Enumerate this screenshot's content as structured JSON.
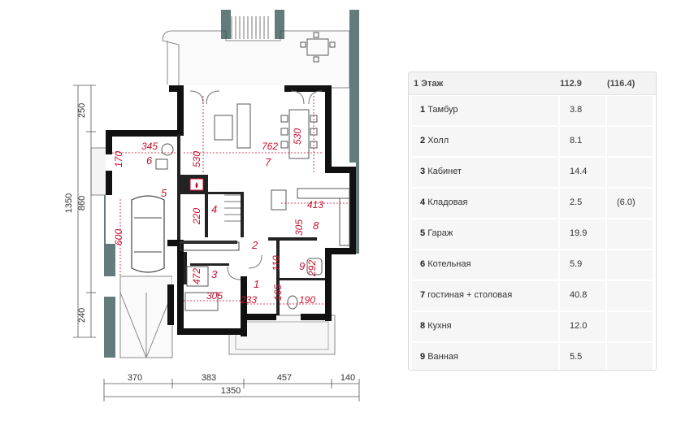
{
  "dimensions": {
    "left_top": "250",
    "left_total": "1350",
    "left_mid": "860",
    "left_bottom": "240",
    "bottom_segments": [
      "370",
      "383",
      "457",
      "140"
    ],
    "bottom_total": "1350"
  },
  "rooms": [
    {
      "num": "1",
      "dims": [
        "233",
        "165"
      ]
    },
    {
      "num": "2",
      "dims": []
    },
    {
      "num": "3",
      "dims": [
        "305",
        "472"
      ]
    },
    {
      "num": "4",
      "dims": [
        "220"
      ]
    },
    {
      "num": "5",
      "dims": [
        "600"
      ]
    },
    {
      "num": "6",
      "dims": [
        "345",
        "170"
      ]
    },
    {
      "num": "7",
      "dims": [
        "762",
        "530",
        "530"
      ]
    },
    {
      "num": "8",
      "dims": [
        "413",
        "305"
      ]
    },
    {
      "num": "9",
      "dims": [
        "190",
        "292",
        "110"
      ]
    }
  ],
  "table": {
    "header": {
      "label": "1 Этаж",
      "area": "112.9",
      "alt": "(116.4)"
    },
    "rows": [
      {
        "num": "1",
        "name": "Тамбур",
        "area": "3.8",
        "alt": ""
      },
      {
        "num": "2",
        "name": "Холл",
        "area": "8.1",
        "alt": ""
      },
      {
        "num": "3",
        "name": "Кабинет",
        "area": "14.4",
        "alt": ""
      },
      {
        "num": "4",
        "name": "Кладовая",
        "area": "2.5",
        "alt": "(6.0)"
      },
      {
        "num": "5",
        "name": "Гараж",
        "area": "19.9",
        "alt": ""
      },
      {
        "num": "6",
        "name": "Котельная",
        "area": "5.9",
        "alt": ""
      },
      {
        "num": "7",
        "name": "гостиная + столовая",
        "area": "40.8",
        "alt": ""
      },
      {
        "num": "8",
        "name": "Кухня",
        "area": "12.0",
        "alt": ""
      },
      {
        "num": "9",
        "name": "Ванная",
        "area": "5.5",
        "alt": ""
      }
    ]
  },
  "colors": {
    "wall": "#111111",
    "dims_red": "#c8102e",
    "plant": "#2f4f4f"
  }
}
